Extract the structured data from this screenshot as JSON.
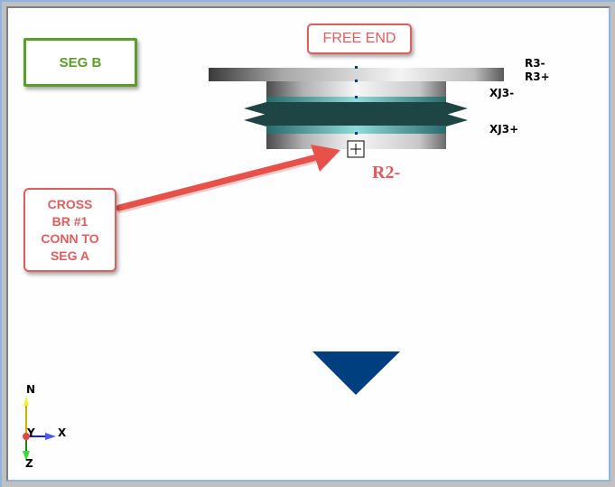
{
  "viewport": {
    "callouts": {
      "seg_b": "SEG B",
      "free_end": "FREE END",
      "cross_br": "CROSS\nBR #1\nCONN TO\nSEG A"
    },
    "node_labels": {
      "r3_minus": "R3-",
      "r3_plus": "R3+",
      "xj3_minus": "XJ3-",
      "xj3_plus": "XJ3+",
      "r2_minus": "R2-"
    },
    "axis_triad": {
      "n": "N",
      "x": "X",
      "y": "Y",
      "z": "Z"
    },
    "colors": {
      "seg_b_green": "#5d9e2a",
      "callout_red": "#e05d5d",
      "arrow_red": "#e8504a",
      "bearing_teal": "#3f8a8a",
      "bearing_dark": "#1e3f3f",
      "support_blue": "#003f7f"
    }
  }
}
